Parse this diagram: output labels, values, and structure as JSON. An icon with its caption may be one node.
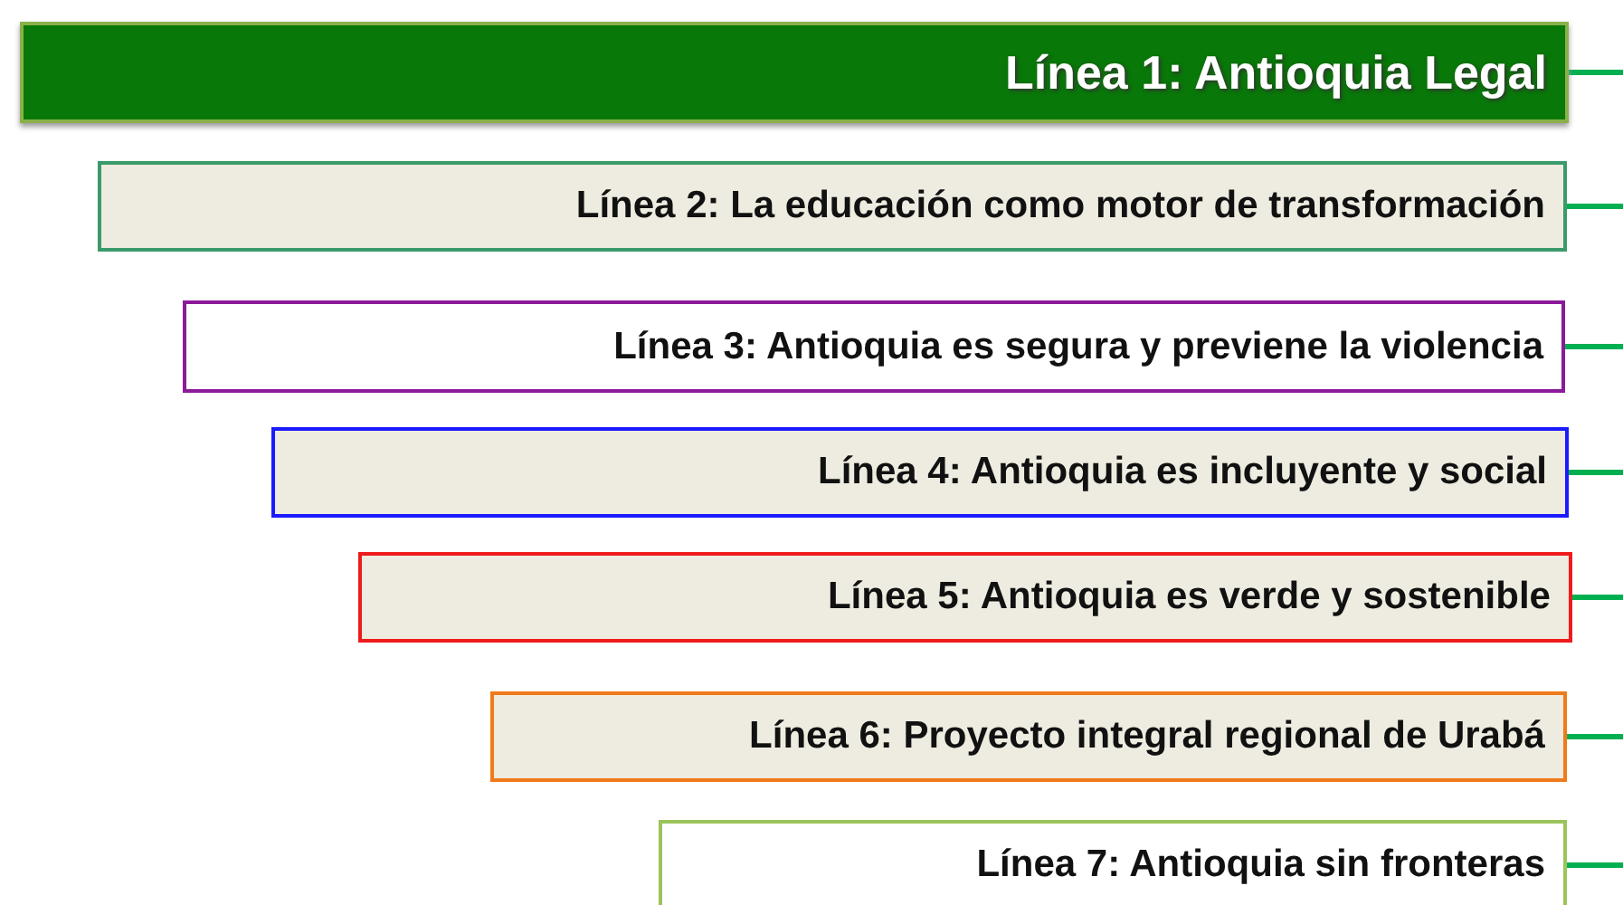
{
  "diagram": {
    "nodes": [
      {
        "text": [
          "Línea 1: Antioquia Legal"
        ]
      },
      {
        "text": [
          "Línea 2: La educación como motor de transformación"
        ]
      },
      {
        "text": [
          "Línea 3: Antioquia es segura y previene la violencia"
        ]
      },
      {
        "text": [
          "Línea 4: Antioquia es incluyente y social"
        ]
      },
      {
        "text": [
          "Línea 5: Antioquia es verde y sostenible"
        ]
      },
      {
        "text": [
          "Línea 6: Proyecto integral regional de Urabá"
        ]
      },
      {
        "text": [
          "Línea 7: Antioquia sin fronteras"
        ]
      }
    ],
    "edges": [
      {
        "from": 0,
        "to": null,
        "arrow": "none"
      },
      {
        "from": 1,
        "to": null,
        "arrow": "none"
      },
      {
        "from": 2,
        "to": null,
        "arrow": "none"
      },
      {
        "from": 3,
        "to": null,
        "arrow": "none"
      },
      {
        "from": 4,
        "to": null,
        "arrow": "none"
      },
      {
        "from": 5,
        "to": null,
        "arrow": "none"
      },
      {
        "from": 6,
        "to": null,
        "arrow": "none"
      }
    ]
  }
}
